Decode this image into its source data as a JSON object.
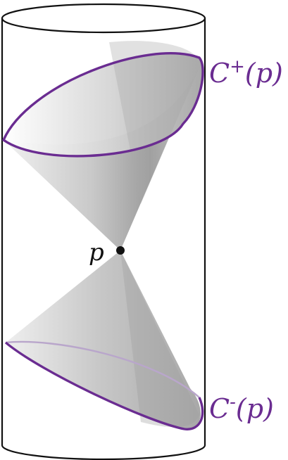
{
  "labels": {
    "future_cone": {
      "base": "C",
      "sup": "+",
      "arg": "(p)"
    },
    "past_cone": {
      "base": "C",
      "sup": "-",
      "arg": "(p)"
    },
    "point": "p"
  },
  "colors": {
    "rim": "#6a2c91",
    "cylinder": "#111111",
    "cone_light": "#e9e9e9",
    "cone_mid": "#bdbdbd",
    "cone_dark": "#8f8f8f",
    "point": "#111111"
  }
}
